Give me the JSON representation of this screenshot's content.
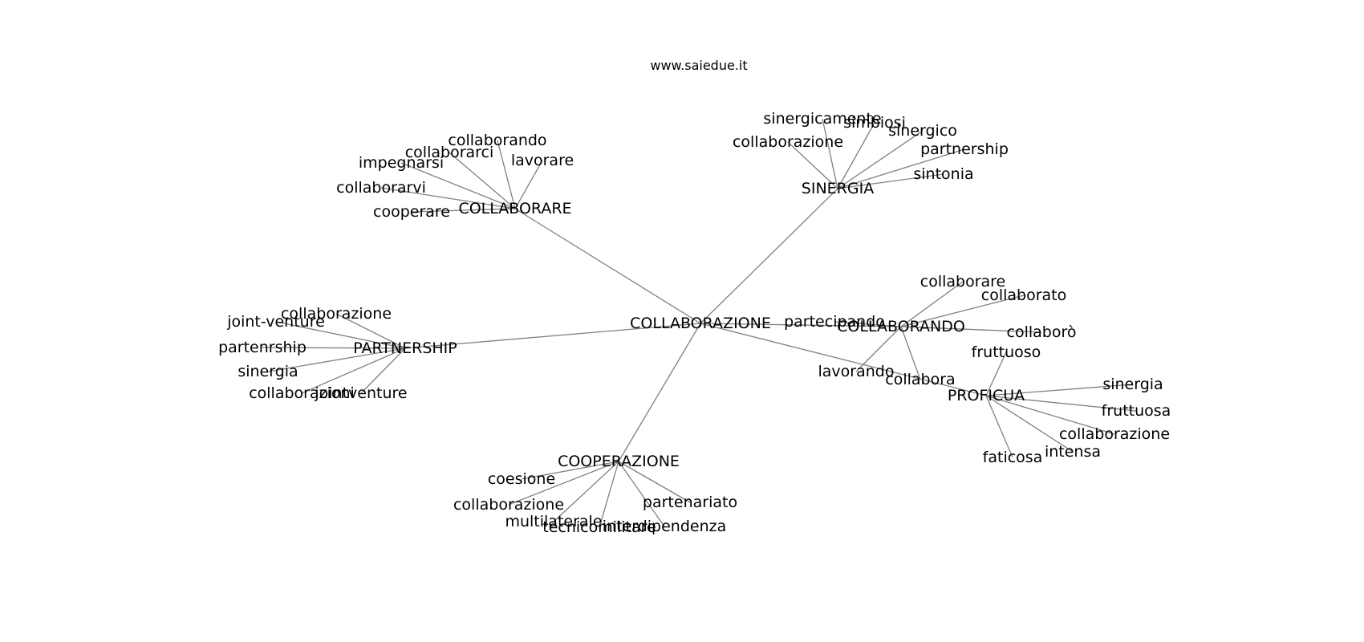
{
  "site": "www.saiedue.it",
  "colors": {
    "edge": "#808080",
    "text": "#000000",
    "background": "#ffffff"
  },
  "graph": {
    "center": "COLLABORAZIONE",
    "hubs": [
      {
        "id": "collaborare_hub",
        "label": "COLLABORARE",
        "leaves": [
          "collaborando",
          "collaborarci",
          "impegnarsi",
          "lavorare",
          "collaborarvi",
          "cooperare"
        ]
      },
      {
        "id": "sinergia_hub",
        "label": "SINERGIA",
        "leaves": [
          "sinergicamente",
          "simbiosi",
          "sinergico",
          "collaborazione",
          "partnership",
          "sintonia"
        ]
      },
      {
        "id": "partnership_hub",
        "label": "PARTNERSHIP",
        "leaves": [
          "collaborazione",
          "joint-venture",
          "partenrship",
          "sinergia",
          "collaborazioni",
          "jointventure"
        ]
      },
      {
        "id": "collaborando_hub",
        "label": "COLLABORANDO",
        "leaves": [
          "partecipando",
          "collaborare",
          "collaborato",
          "collaborò",
          "lavorando",
          "collabora"
        ]
      },
      {
        "id": "proficua_hub",
        "label": "PROFICUA",
        "leaves": [
          "fruttuoso",
          "sinergia",
          "fruttuosa",
          "collaborazione",
          "intensa",
          "faticosa"
        ]
      },
      {
        "id": "cooperazione_hub",
        "label": "COOPERAZIONE",
        "leaves": [
          "coesione",
          "collaborazione",
          "partenariato",
          "multilaterale",
          "tecnicomilitare",
          "interdipendenza"
        ]
      }
    ]
  }
}
